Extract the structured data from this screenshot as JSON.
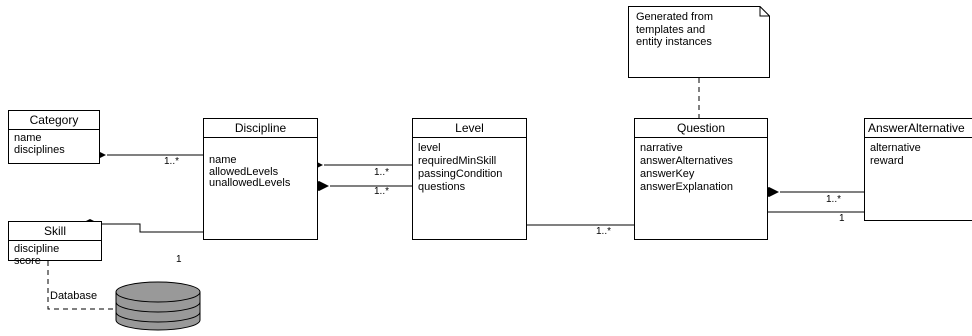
{
  "classes": {
    "category": {
      "name": "Category",
      "attributes": [
        "name",
        "disciplines"
      ]
    },
    "skill": {
      "name": "Skill",
      "attributes": [
        "discipline",
        "score"
      ]
    },
    "discipline": {
      "name": "Discipline",
      "attributes": [
        "name",
        "allowedLevels",
        "unallowedLevels"
      ]
    },
    "level": {
      "name": "Level",
      "attributes": [
        "level",
        "requiredMinSkill",
        "passingCondition",
        "questions"
      ]
    },
    "question": {
      "name": "Question",
      "attributes": [
        "narrative",
        "answerAlternatives",
        "answerKey",
        "answerExplanation"
      ]
    },
    "answer_alternative": {
      "name": "AnswerAlternative",
      "attributes": [
        "alternative",
        "reward"
      ]
    }
  },
  "multiplicities": {
    "category_discipline": "1..*",
    "skill_discipline": "1",
    "discipline_level_allowed": "1..*",
    "discipline_level_unallowed": "1..*",
    "level_question": "1..*",
    "question_answer_alternatives": "1..*",
    "question_answer_key": "1"
  },
  "note": {
    "lines": [
      "Generated from",
      "templates and",
      "entity instances"
    ]
  },
  "database": {
    "label": "Database"
  },
  "colors": {
    "line": "#000000",
    "database_fill": "#999999",
    "database_stroke": "#000000"
  }
}
